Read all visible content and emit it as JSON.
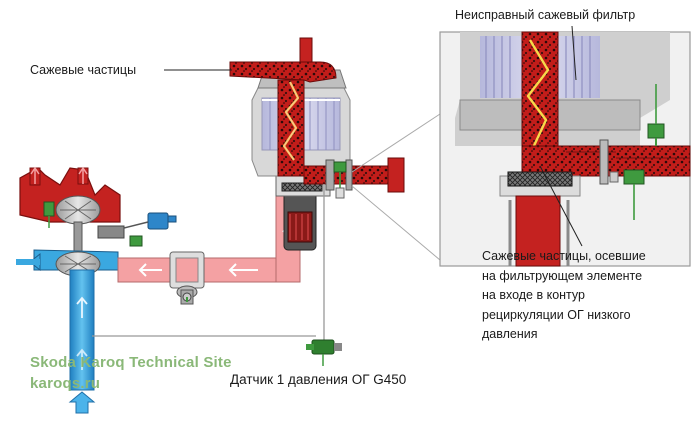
{
  "labels": {
    "soot_particles": "Сажевые частицы",
    "faulty_filter": "Неисправный сажевый фильтр",
    "deposited_particles_lines": [
      "Сажевые частицы, осевшие",
      "на фильтрующем элементе",
      "на входе в контур",
      "рециркуляции ОГ низкого",
      "давления"
    ],
    "sensor": "Датчик 1 давления ОГ G450"
  },
  "watermark": {
    "line1": "Skoda Karoq Technical Site",
    "line2": "karoqs.ru"
  },
  "colors": {
    "exhaust_red": "#d4231f",
    "dark_red": "#9e1614",
    "pink_duct": "#f4a1a3",
    "blue_intake": "#3aa8e0",
    "grey_housing": "#c9c9c9",
    "green_sensor": "#3f9a3f"
  }
}
